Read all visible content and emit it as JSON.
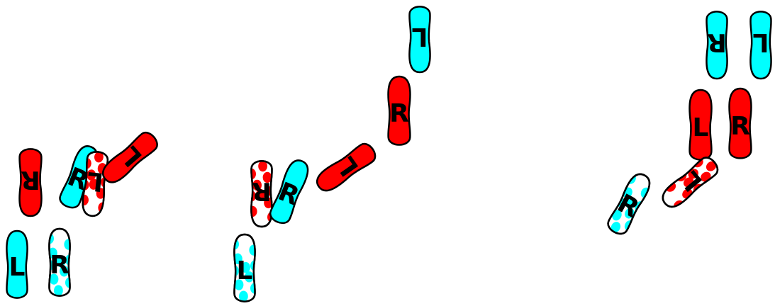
{
  "colors": {
    "red": "#ff0000",
    "cyan": "#00ffff",
    "white": "#ffffff",
    "outline": "#000000"
  },
  "panels": [
    {
      "feet": [
        {
          "letter": "R",
          "fill": "red",
          "dots": "none"
        },
        {
          "letter": "R",
          "fill": "cyan",
          "dots": "none"
        },
        {
          "letter": "L",
          "fill": "white",
          "dots": "red"
        },
        {
          "letter": "L",
          "fill": "red",
          "dots": "none"
        },
        {
          "letter": "L",
          "fill": "cyan",
          "dots": "none"
        },
        {
          "letter": "R",
          "fill": "white",
          "dots": "cyan"
        }
      ]
    },
    {
      "feet": [
        {
          "letter": "L",
          "fill": "cyan",
          "dots": "none"
        },
        {
          "letter": "R",
          "fill": "red",
          "dots": "none"
        },
        {
          "letter": "L",
          "fill": "red",
          "dots": "none"
        },
        {
          "letter": "R",
          "fill": "white",
          "dots": "red"
        },
        {
          "letter": "R",
          "fill": "cyan",
          "dots": "none"
        },
        {
          "letter": "L",
          "fill": "white",
          "dots": "cyan"
        }
      ]
    },
    {
      "feet": [
        {
          "letter": "R",
          "fill": "cyan",
          "dots": "none"
        },
        {
          "letter": "L",
          "fill": "cyan",
          "dots": "none"
        },
        {
          "letter": "L",
          "fill": "red",
          "dots": "none"
        },
        {
          "letter": "R",
          "fill": "red",
          "dots": "none"
        },
        {
          "letter": "L",
          "fill": "white",
          "dots": "red"
        },
        {
          "letter": "R",
          "fill": "white",
          "dots": "cyan"
        }
      ]
    }
  ]
}
